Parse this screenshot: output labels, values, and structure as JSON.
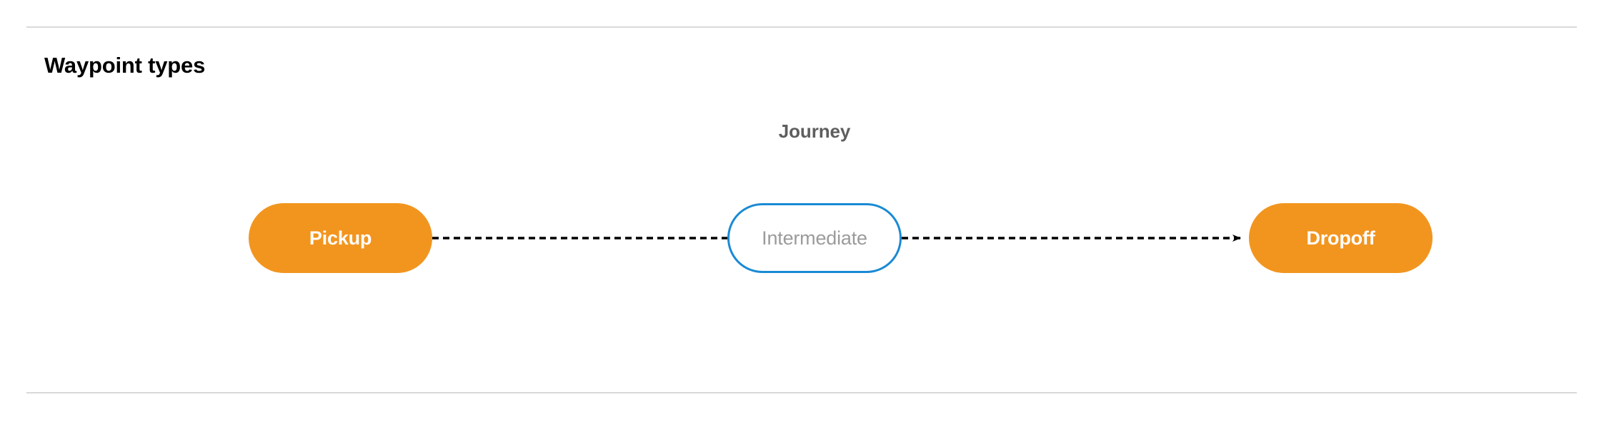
{
  "section": {
    "title": "Waypoint types"
  },
  "dividers": {
    "color": "#d9d9d9"
  },
  "diagram": {
    "label": "Journey",
    "label_color": "#5e5e5e",
    "edge_color": "#000000",
    "edge_style": "dashed",
    "nodes": [
      {
        "id": "pickup",
        "label": "Pickup",
        "shape": "pill",
        "fill": "#f2951f",
        "text_color": "#ffffff",
        "border": "none"
      },
      {
        "id": "intermediate",
        "label": "Intermediate",
        "shape": "pill",
        "fill": "#ffffff",
        "text_color": "#9b9b9b",
        "border": "#1a8ad4"
      },
      {
        "id": "dropoff",
        "label": "Dropoff",
        "shape": "pill",
        "fill": "#f2951f",
        "text_color": "#ffffff",
        "border": "none"
      }
    ],
    "edges": [
      {
        "from": "pickup",
        "to": "intermediate",
        "arrow": false
      },
      {
        "from": "intermediate",
        "to": "dropoff",
        "arrow": true
      }
    ]
  }
}
